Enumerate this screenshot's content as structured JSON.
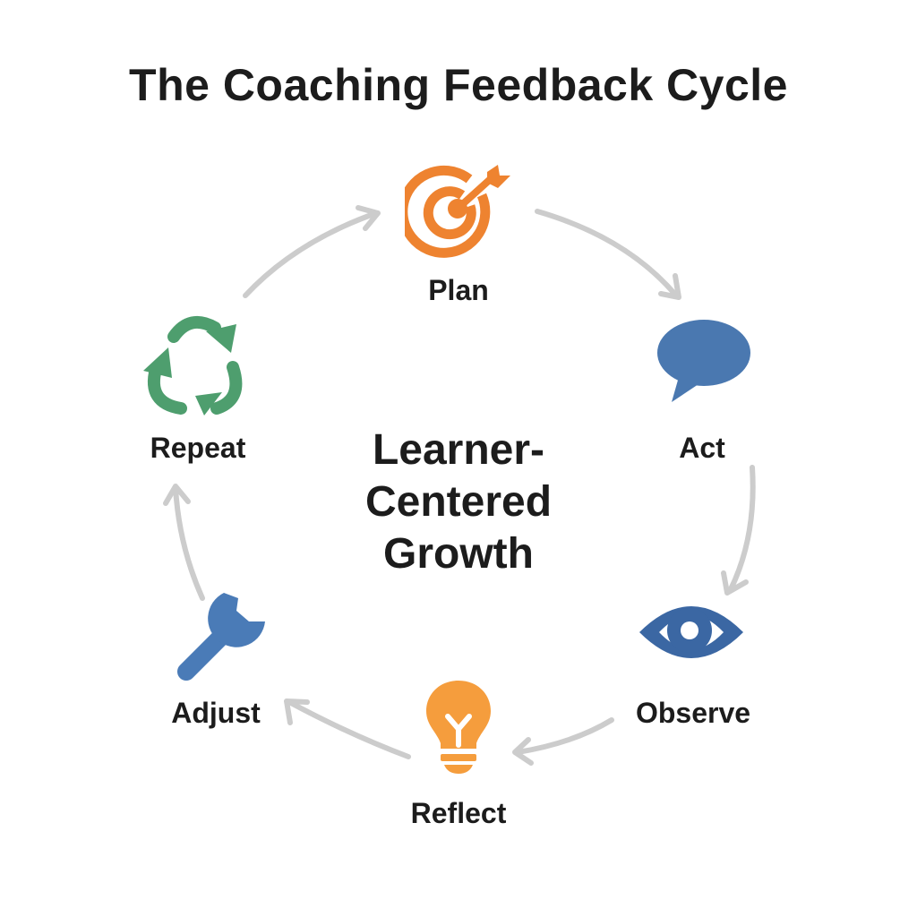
{
  "title": "The Coaching Feedback Cycle",
  "center": {
    "lines": [
      "Learner-",
      "Centered",
      "Growth"
    ]
  },
  "steps": [
    {
      "label": "Plan",
      "icon": "target-icon",
      "color": "#EE8330"
    },
    {
      "label": "Act",
      "icon": "speech-bubble-icon",
      "color": "#4A78B0"
    },
    {
      "label": "Observe",
      "icon": "eye-icon",
      "color": "#3B67A3"
    },
    {
      "label": "Reflect",
      "icon": "lightbulb-icon",
      "color": "#F59D3D"
    },
    {
      "label": "Adjust",
      "icon": "wrench-icon",
      "color": "#4A7BB7"
    },
    {
      "label": "Repeat",
      "icon": "recycle-icon",
      "color": "#4E9E6E"
    }
  ],
  "arrow_color": "#CCCCCC"
}
